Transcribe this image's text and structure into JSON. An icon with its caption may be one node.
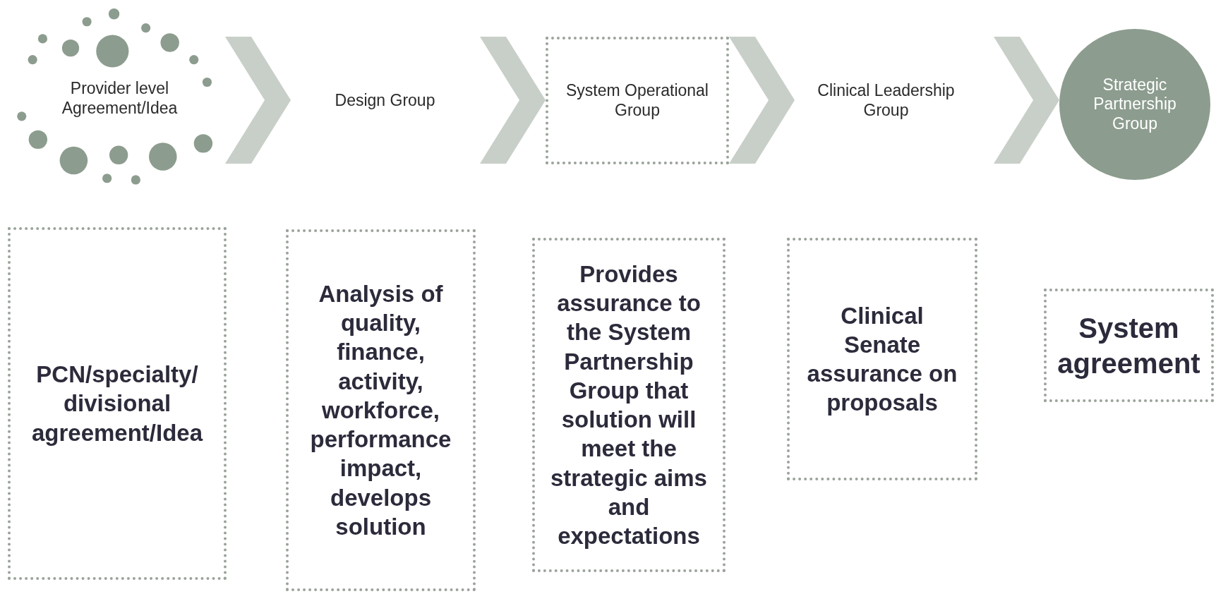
{
  "diagram": {
    "nodes": [
      {
        "text": [
          "Provider level Agreement/Idea"
        ]
      },
      {
        "text": [
          "Design Group"
        ]
      },
      {
        "text": [
          "System Operational Group"
        ]
      },
      {
        "text": [
          "Clinical Leadership Group"
        ]
      },
      {
        "text": [
          "Strategic Partnership Group"
        ]
      },
      {
        "text": [
          "PCN/specialty/ divisional agreement/Idea"
        ]
      },
      {
        "text": [
          "Analysis of quality, finance, activity, workforce, performance impact, develops solution"
        ]
      },
      {
        "text": [
          "Provides assurance to the System Partnership Group that solution will meet the strategic aims and expectations"
        ]
      },
      {
        "text": [
          "Clinical Senate assurance on proposals"
        ]
      },
      {
        "text": [
          "System agreement"
        ]
      }
    ],
    "edges": [
      {
        "from": 0,
        "to": 1,
        "arrow": "to"
      },
      {
        "from": 1,
        "to": 2,
        "arrow": "to"
      },
      {
        "from": 2,
        "to": 3,
        "arrow": "to"
      },
      {
        "from": 3,
        "to": 4,
        "arrow": "to"
      }
    ]
  }
}
